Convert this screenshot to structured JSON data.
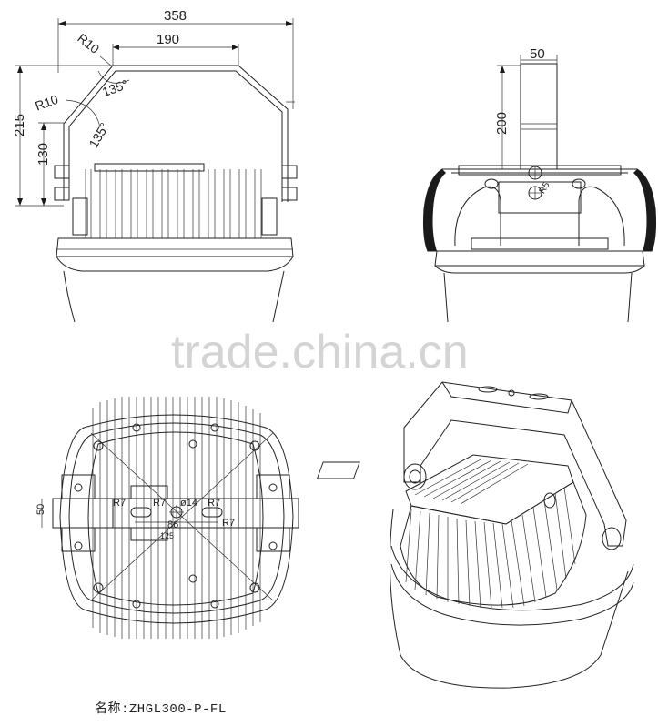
{
  "dimensions": {
    "width_358": "358",
    "width_190": "190",
    "radius_top": "R10",
    "radius_side": "R10",
    "angle_top": "135°",
    "angle_side": "135°",
    "height_215": "215",
    "height_130": "130",
    "bracket_width_50": "50",
    "bracket_height_200": "200",
    "hole_r": "R5",
    "bottom_r7_a": "R7",
    "bottom_r7_b": "R7",
    "bottom_r7_c": "R7",
    "bottom_r7_d": "R7",
    "bottom_dia": "ø14",
    "bottom_86": "86",
    "bottom_50": "50",
    "bottom_125": "125"
  },
  "watermark": "trade.china.cn",
  "caption": {
    "label": "名称:",
    "model": "ZHGL300-P-FL"
  }
}
